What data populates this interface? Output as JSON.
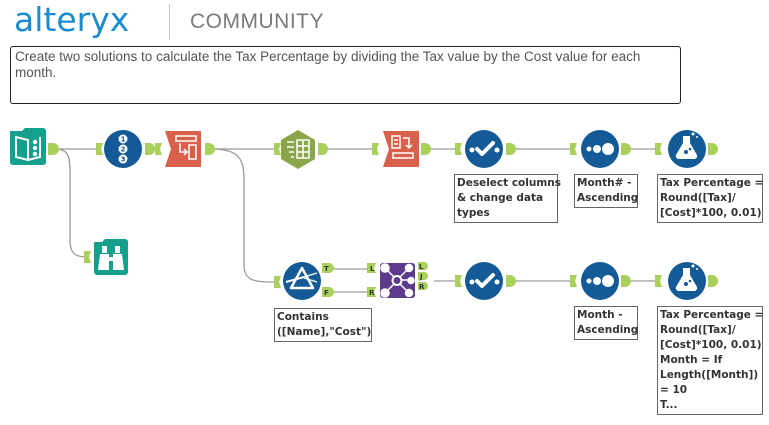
{
  "header": {
    "logo": "alteryx",
    "section": "COMMUNITY"
  },
  "task": {
    "text": "Create two solutions to calculate the Tax Percentage by dividing the Tax value by the Cost value for each month."
  },
  "colors": {
    "teal": "#14a08c",
    "navy": "#135a96",
    "orange": "#d9604a",
    "olive": "#8aa648",
    "purple": "#5e3a8c",
    "anchor": "#a9d05a",
    "connection": "#999999"
  },
  "tools": [
    {
      "id": "input",
      "icon": "book-input-icon"
    },
    {
      "id": "record-id",
      "icon": "numbered-list-icon"
    },
    {
      "id": "transpose",
      "icon": "transpose-icon"
    },
    {
      "id": "cross-tab",
      "icon": "crosstab-icon"
    },
    {
      "id": "dynamic-rename",
      "icon": "dynamic-rename-icon"
    },
    {
      "id": "select-top",
      "icon": "select-check-icon"
    },
    {
      "id": "sort-top",
      "icon": "sort-dots-icon"
    },
    {
      "id": "formula-top",
      "icon": "formula-flask-icon"
    },
    {
      "id": "browse",
      "icon": "binoculars-icon"
    },
    {
      "id": "filter",
      "icon": "filter-prism-icon"
    },
    {
      "id": "join",
      "icon": "join-hub-icon"
    },
    {
      "id": "select-bottom",
      "icon": "select-check-icon"
    },
    {
      "id": "sort-bottom",
      "icon": "sort-dots-icon"
    },
    {
      "id": "formula-bottom",
      "icon": "formula-flask-icon"
    }
  ],
  "anchors": {
    "true": "T",
    "false": "F",
    "left": "L",
    "right": "R",
    "join": "J"
  },
  "annotations": {
    "select_top": [
      "Deselect columns",
      "& change data",
      "types"
    ],
    "sort_top": [
      "Month# -",
      "Ascending"
    ],
    "formula_top": [
      "Tax Percentage =",
      "Round([Tax]/",
      "[Cost]*100, 0.01)"
    ],
    "filter": [
      "Contains",
      "([Name],\"Cost\")"
    ],
    "sort_bottom": [
      "Month -",
      "Ascending"
    ],
    "formula_bottom": [
      "Tax Percentage =",
      "Round([Tax]/",
      "[Cost]*100, 0.01)",
      "Month = If",
      "Length([Month])",
      "= 10",
      "T..."
    ]
  }
}
